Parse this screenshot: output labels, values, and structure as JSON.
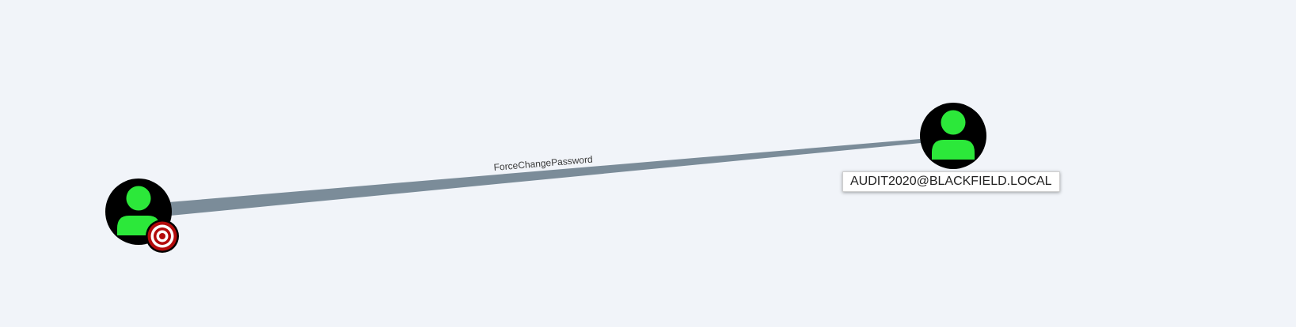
{
  "graph": {
    "edge": {
      "label": "ForceChangePassword",
      "color": "#7b8c99"
    },
    "nodes": {
      "source": {
        "type": "user",
        "icon": "user-icon",
        "badge_icon": "target-icon",
        "node_color": "#000000",
        "icon_color": "#2ce83a",
        "badge_color": "#b30b0b"
      },
      "target": {
        "type": "user",
        "icon": "user-icon",
        "label": "AUDIT2020@BLACKFIELD.LOCAL",
        "node_color": "#000000",
        "icon_color": "#2ce83a"
      }
    }
  }
}
